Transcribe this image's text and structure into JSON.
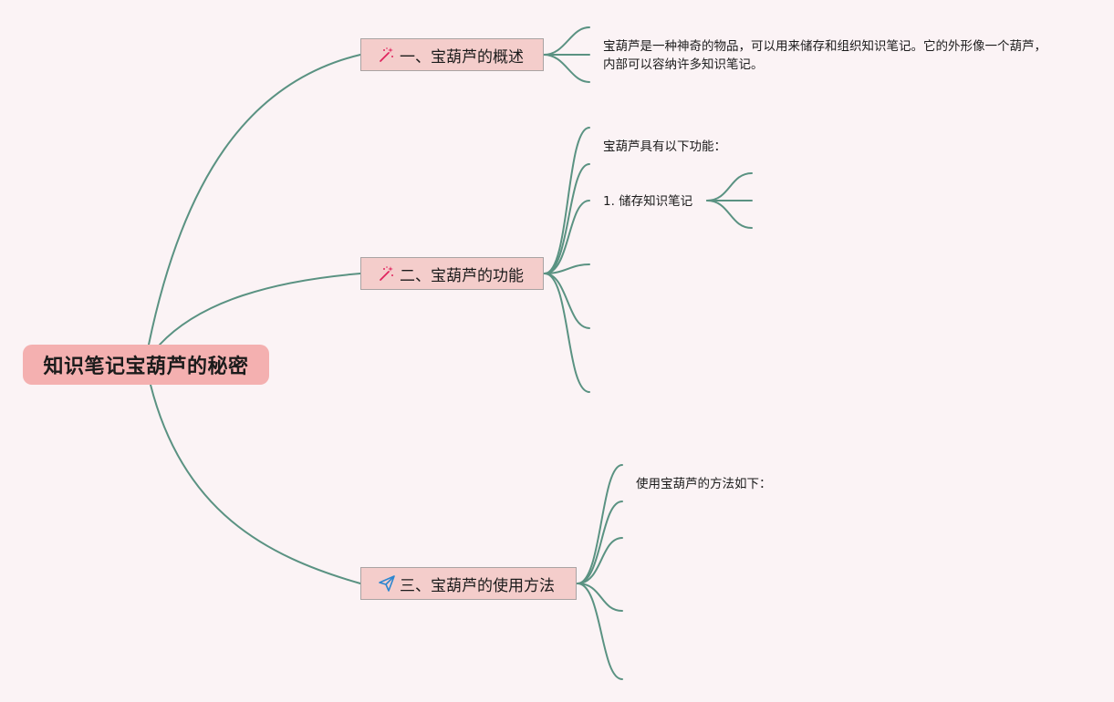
{
  "root": {
    "title": "知识笔记宝葫芦的秘密"
  },
  "branches": [
    {
      "label": "一、宝葫芦的概述",
      "icon": "magic-wand-icon"
    },
    {
      "label": "二、宝葫芦的功能",
      "icon": "magic-wand-icon"
    },
    {
      "label": "三、宝葫芦的使用方法",
      "icon": "paper-plane-icon"
    }
  ],
  "notes": {
    "overview": "宝葫芦是一种神奇的物品，可以用来储存和组织知识笔记。它的外形像一个葫芦，内部可以容纳许多知识笔记。",
    "functions_intro": "宝葫芦具有以下功能：",
    "function_1": "1. 储存知识笔记",
    "usage_intro": "使用宝葫芦的方法如下："
  },
  "colors": {
    "background": "#fbf3f5",
    "root_fill": "#f4b0b0",
    "branch_fill": "#f4cdcb",
    "connector": "#5a9282",
    "wand_icon": "#e0245e",
    "plane_icon": "#2b86d0"
  }
}
